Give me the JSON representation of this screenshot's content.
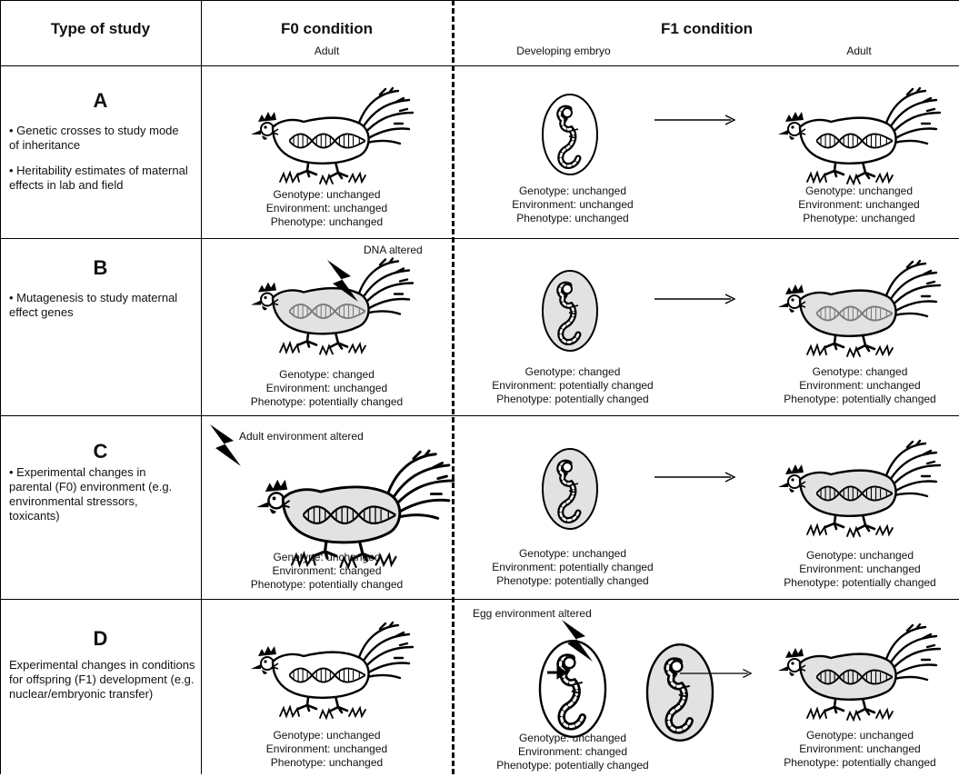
{
  "header": {
    "type_col": "Type of study",
    "f0_title": "F0 condition",
    "f0_sub": "Adult",
    "f1_title": "F1 condition",
    "f1_sub_embryo": "Developing embryo",
    "f1_sub_adult": "Adult"
  },
  "rows": [
    {
      "letter": "A",
      "bullets": [
        "• Genetic crosses to study mode of inheritance",
        "• Heritability estimates of maternal effects in lab and field"
      ],
      "f0": {
        "genotype": "Genotype: unchanged",
        "environment": "Environment: unchanged",
        "phenotype": "Phenotype: unchanged"
      },
      "embryo": {
        "genotype": "Genotype: unchanged",
        "environment": "Environment: unchanged",
        "phenotype": "Phenotype: unchanged"
      },
      "adult": {
        "genotype": "Genotype: unchanged",
        "environment": "Environment: unchanged",
        "phenotype": "Phenotype: unchanged"
      }
    },
    {
      "letter": "B",
      "bullets": [
        "• Mutagenesis to study maternal effect genes"
      ],
      "note": "DNA altered",
      "f0": {
        "genotype": "Genotype: changed",
        "environment": "Environment: unchanged",
        "phenotype": "Phenotype: potentially changed"
      },
      "embryo": {
        "genotype": "Genotype: changed",
        "environment": "Environment: potentially changed",
        "phenotype": "Phenotype: potentially changed"
      },
      "adult": {
        "genotype": "Genotype: changed",
        "environment": "Environment: unchanged",
        "phenotype": "Phenotype: potentially changed"
      }
    },
    {
      "letter": "C",
      "bullets": [
        "• Experimental changes in parental (F0) environment (e.g. environmental stressors, toxicants)"
      ],
      "note": "Adult environment altered",
      "f0": {
        "genotype": "Genotype: unchanged",
        "environment": "Environment: changed",
        "phenotype": "Phenotype: potentially changed"
      },
      "embryo": {
        "genotype": "Genotype: unchanged",
        "environment": "Environment: potentially changed",
        "phenotype": "Phenotype: potentially changed"
      },
      "adult": {
        "genotype": "Genotype: unchanged",
        "environment": "Environment: unchanged",
        "phenotype": "Phenotype: potentially changed"
      }
    },
    {
      "letter": "D",
      "bullets": [
        "Experimental changes in conditions for offspring (F1) development (e.g. nuclear/embryonic transfer)"
      ],
      "note": "Egg environment altered",
      "f0": {
        "genotype": "Genotype: unchanged",
        "environment": "Environment: unchanged",
        "phenotype": "Phenotype: unchanged"
      },
      "embryo": {
        "genotype": "Genotype: unchanged",
        "environment": "Environment: changed",
        "phenotype": "Phenotype: potentially changed"
      },
      "adult": {
        "genotype": "Genotype: unchanged",
        "environment": "Environment: unchanged",
        "phenotype": "Phenotype: potentially changed"
      }
    }
  ]
}
